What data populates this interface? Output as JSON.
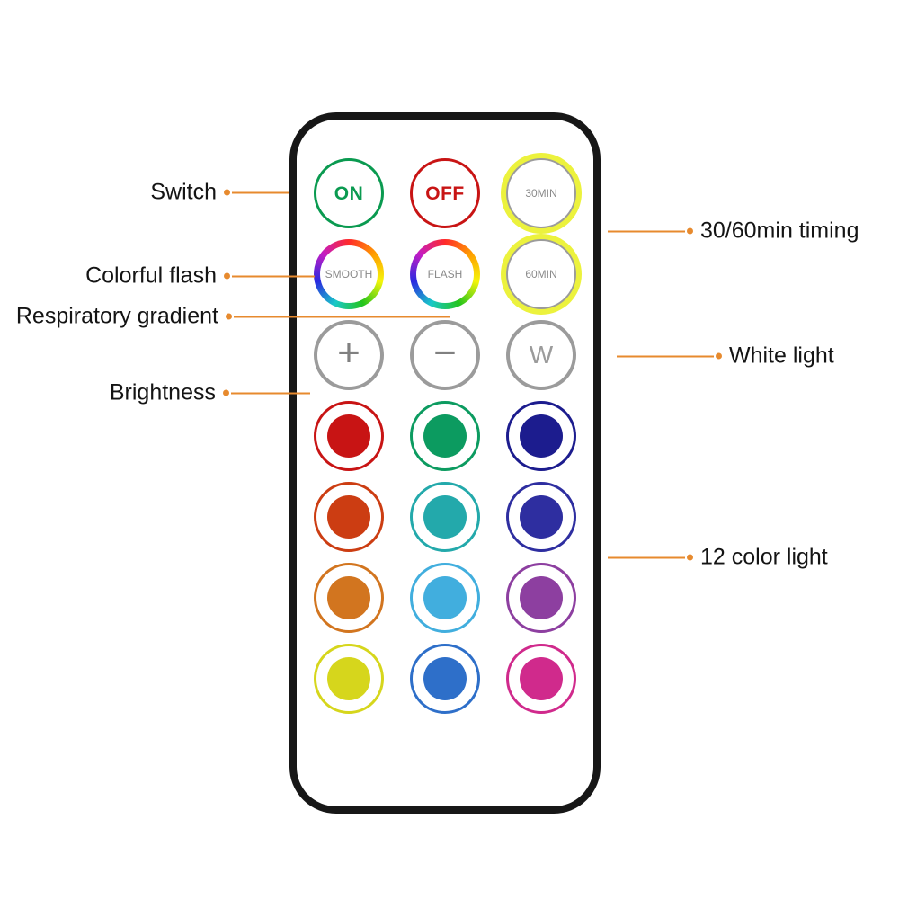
{
  "accent": "#e78a2e",
  "callouts": {
    "left": [
      {
        "id": "switch",
        "label": "Switch"
      },
      {
        "id": "colorful-flash",
        "label": "Colorful flash"
      },
      {
        "id": "respiratory-gradient",
        "label": "Respiratory gradient"
      },
      {
        "id": "brightness",
        "label": "Brightness"
      }
    ],
    "right": [
      {
        "id": "timing",
        "label": "30/60min timing"
      },
      {
        "id": "white-light",
        "label": "White light"
      },
      {
        "id": "color-light",
        "label": "12 color light"
      }
    ]
  },
  "remote": {
    "buttons": [
      {
        "id": "on",
        "kind": "text",
        "label": "ON",
        "color": "#0a9a50"
      },
      {
        "id": "off",
        "kind": "text",
        "label": "OFF",
        "color": "#c81414"
      },
      {
        "id": "timer-30min",
        "kind": "timer",
        "label": "30MIN"
      },
      {
        "id": "smooth",
        "kind": "rainbow",
        "label": "SMOOTH"
      },
      {
        "id": "flash",
        "kind": "rainbow",
        "label": "FLASH"
      },
      {
        "id": "timer-60min",
        "kind": "timer",
        "label": "60MIN"
      },
      {
        "id": "brightness-plus",
        "kind": "symbol",
        "label": "+"
      },
      {
        "id": "brightness-minus",
        "kind": "symbol",
        "label": "−"
      },
      {
        "id": "white",
        "kind": "letter",
        "label": "W"
      },
      {
        "id": "color-red",
        "kind": "color",
        "color": "#c81414"
      },
      {
        "id": "color-green",
        "kind": "color",
        "color": "#0c9b60"
      },
      {
        "id": "color-navy",
        "kind": "color",
        "color": "#1c1c8e"
      },
      {
        "id": "color-vermilion",
        "kind": "color",
        "color": "#cc3d12"
      },
      {
        "id": "color-teal",
        "kind": "color",
        "color": "#23a9ab"
      },
      {
        "id": "color-indigo",
        "kind": "color",
        "color": "#2e2ea0"
      },
      {
        "id": "color-orange",
        "kind": "color",
        "color": "#d2751f"
      },
      {
        "id": "color-skyblue",
        "kind": "color",
        "color": "#41aede"
      },
      {
        "id": "color-purple",
        "kind": "color",
        "color": "#8d3fa0"
      },
      {
        "id": "color-yellow",
        "kind": "color",
        "color": "#d6d61c"
      },
      {
        "id": "color-blue",
        "kind": "color",
        "color": "#2e6fc9"
      },
      {
        "id": "color-magenta",
        "kind": "color",
        "color": "#d02a8c"
      }
    ]
  }
}
